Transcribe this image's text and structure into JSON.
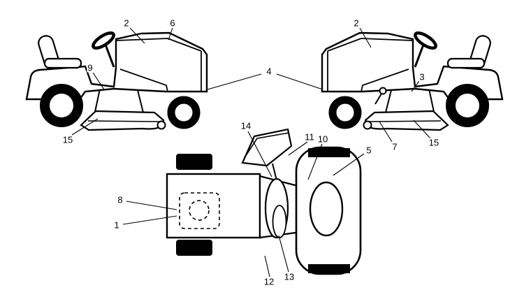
{
  "diagram": {
    "type": "lawn-tractor-parts-location-diagram",
    "background": "#ffffff",
    "line_color": "#000000",
    "views": [
      {
        "id": "left-side-view",
        "description": "tractor side view facing right"
      },
      {
        "id": "right-side-view",
        "description": "tractor side view facing left"
      },
      {
        "id": "top-view",
        "description": "tractor seen from above"
      }
    ],
    "callouts": [
      {
        "view": "left-side",
        "label": "2"
      },
      {
        "view": "left-side",
        "label": "6"
      },
      {
        "view": "left-side",
        "label": "9"
      },
      {
        "view": "left-side",
        "label": "15"
      },
      {
        "view": "center",
        "label": "4"
      },
      {
        "view": "right-side",
        "label": "2"
      },
      {
        "view": "right-side",
        "label": "3"
      },
      {
        "view": "right-side",
        "label": "7"
      },
      {
        "view": "right-side",
        "label": "15"
      },
      {
        "view": "top",
        "label": "14"
      },
      {
        "view": "top",
        "label": "11"
      },
      {
        "view": "top",
        "label": "10"
      },
      {
        "view": "top",
        "label": "5"
      },
      {
        "view": "top",
        "label": "8"
      },
      {
        "view": "top",
        "label": "1"
      },
      {
        "view": "top",
        "label": "12"
      },
      {
        "view": "top",
        "label": "13"
      }
    ]
  }
}
